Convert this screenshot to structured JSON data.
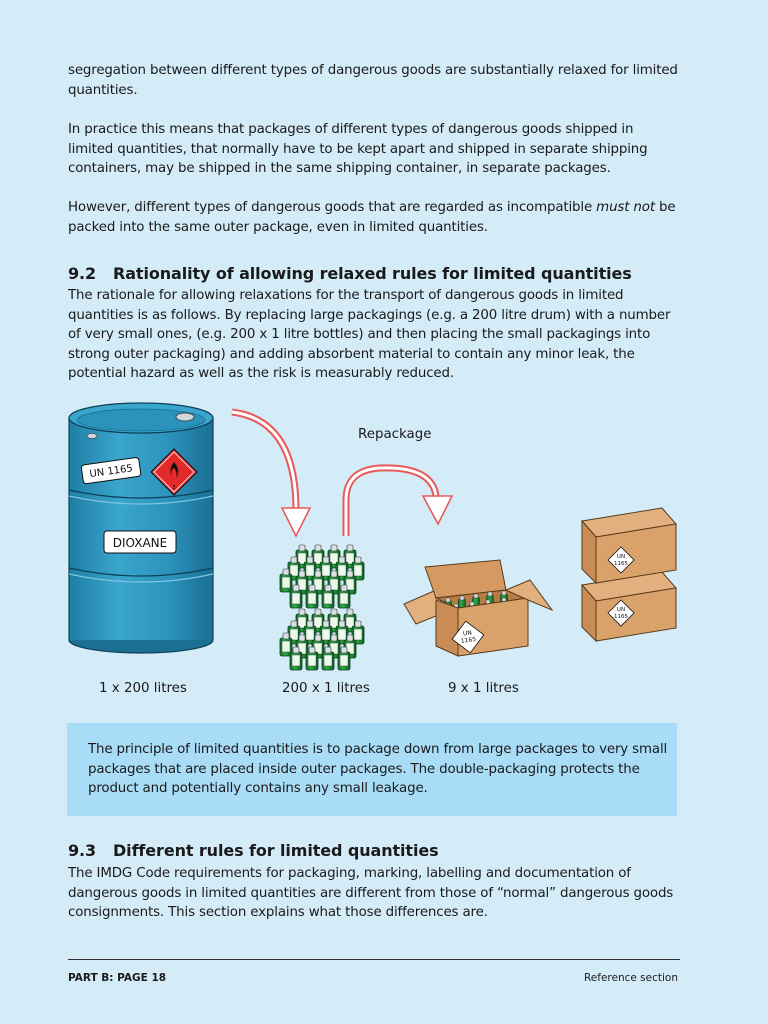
{
  "paragraphs": {
    "p1": "segregation between different types of dangerous goods are substantially relaxed for limited quantities.",
    "p2": "In practice this means that packages of different types of dangerous goods shipped in limited quantities, that normally have to be kept apart and shipped in separate shipping containers, may be shipped in the same shipping container, in separate packages.",
    "p3_before": "However, different types of dangerous goods that are regarded as incompatible ",
    "p3_emph": "must not",
    "p3_after": " be packed into the same outer package, even in limited quantities."
  },
  "section_9_2": {
    "number": "9.2",
    "title": "Rationality of allowing relaxed rules for limited quantities",
    "body": "The rationale for allowing relaxations for the transport of dangerous goods in limited quantities is as follows. By replacing large packagings (e.g. a 200 litre drum) with a number of very small ones, (e.g. 200 x 1 litre bottles) and then placing the small packagings into strong outer packaging) and adding absorbent material to contain any minor leak, the potential hazard as well as the risk is measurably reduced."
  },
  "illustration": {
    "drum_label_un": "UN 1165",
    "drum_label_name": "DIOXANE",
    "repackage_label": "Repackage",
    "box_mark_line1": "UN",
    "box_mark_line2": "1165",
    "caption_drum": "1 x 200 litres",
    "caption_bottles": "200 x 1 litres",
    "caption_box": "9 x 1 litres",
    "colors": {
      "drum": "#2e96bd",
      "bottle": "#1f8a3a",
      "box": "#d9a26b",
      "arrow": "#e85a5a",
      "hazard_diamond": "#e22a2a"
    }
  },
  "note_box": {
    "text": "The principle of limited quantities is to package down from large packages to very small packages that are placed inside outer packages. The double-packaging protects the product and potentially contains any small leakage."
  },
  "section_9_3": {
    "number": "9.3",
    "title": "Different rules for limited quantities",
    "body": "The IMDG Code requirements for packaging, marking, labelling and documentation of dangerous goods in limited quantities are different from those of “normal” dangerous goods consignments. This section explains what those differences are."
  },
  "footer": {
    "left": "PART B: PAGE 18",
    "right": "Reference section"
  }
}
